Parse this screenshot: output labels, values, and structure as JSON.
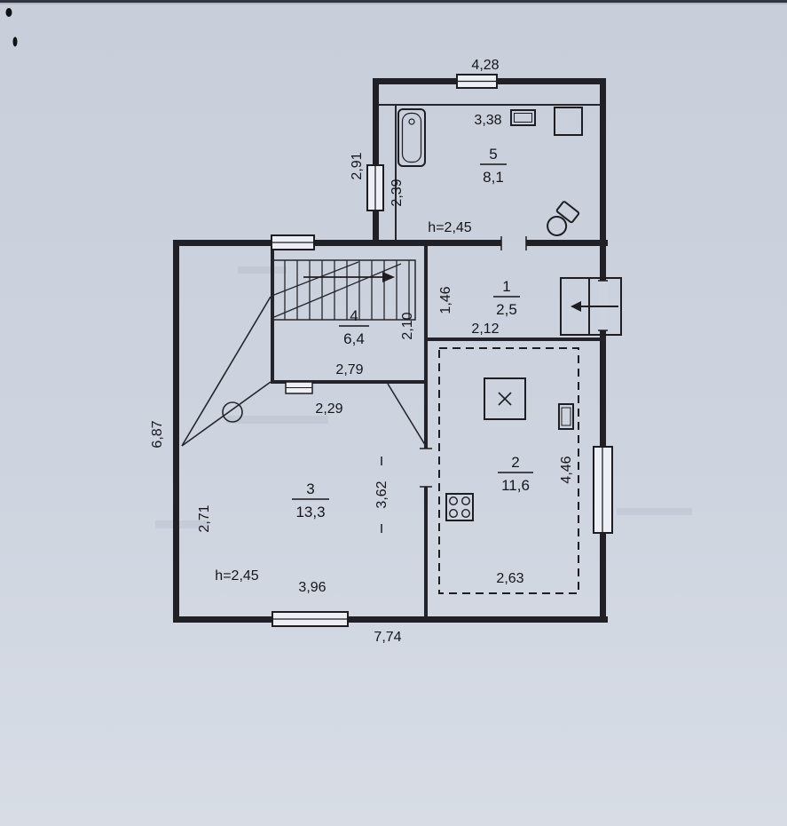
{
  "scan": {
    "paper_color": "#ced4df",
    "ink_color": "#1e1e22"
  },
  "overall": {
    "top_width": "4,28",
    "left_height": "6,87",
    "bottom_width": "7,74"
  },
  "rooms": {
    "bathroom": {
      "number": "5",
      "area": "8,1",
      "inner_width": "3,38",
      "outer_left_height": "2,91",
      "inner_left_height": "2,39",
      "ceiling_height": "h=2,45"
    },
    "hall": {
      "number": "1",
      "area": "2,5",
      "depth": "1,46",
      "width": "2,12"
    },
    "stair_room": {
      "number": "4",
      "area": "6,4",
      "right_height": "2,10",
      "upper_width": "2,79",
      "lower_width": "2,29"
    },
    "kitchen": {
      "number": "2",
      "area": "11,6",
      "right_height": "4,46",
      "bottom_width": "2,63"
    },
    "living_room": {
      "number": "3",
      "area": "13,3",
      "left_height": "2,71",
      "mid_height": "3,62",
      "bottom_width": "3,96",
      "ceiling_height": "h=2,45"
    }
  },
  "fixtures": [
    "bathtub",
    "sink",
    "water-heater",
    "toilet",
    "stairs",
    "table",
    "stove",
    "boiler",
    "radiator",
    "entry-arrow",
    "window"
  ]
}
